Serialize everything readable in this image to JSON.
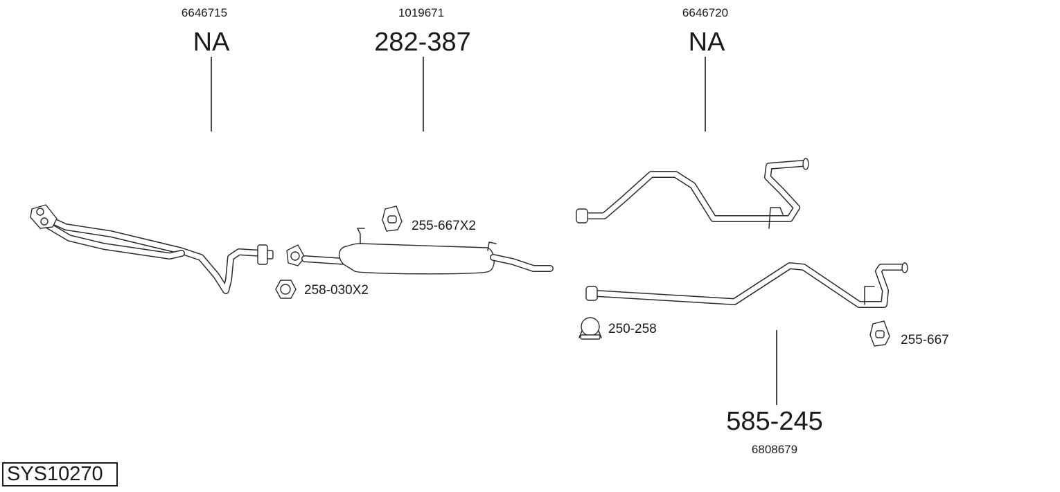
{
  "parts": [
    {
      "ref": "6646715",
      "number": "NA"
    },
    {
      "ref": "1019671",
      "number": "282-387"
    },
    {
      "ref": "6646720",
      "number": "NA"
    },
    {
      "ref": "6808679",
      "number": "585-245"
    }
  ],
  "accessories": [
    {
      "label": "255-667X2",
      "icon": "rubber-hanger-icon"
    },
    {
      "label": "258-030X2",
      "icon": "hex-nut-icon"
    },
    {
      "label": "250-258",
      "icon": "pipe-clamp-icon"
    },
    {
      "label": "255-667",
      "icon": "rubber-hanger-icon"
    }
  ],
  "system_code": "SYS10270"
}
